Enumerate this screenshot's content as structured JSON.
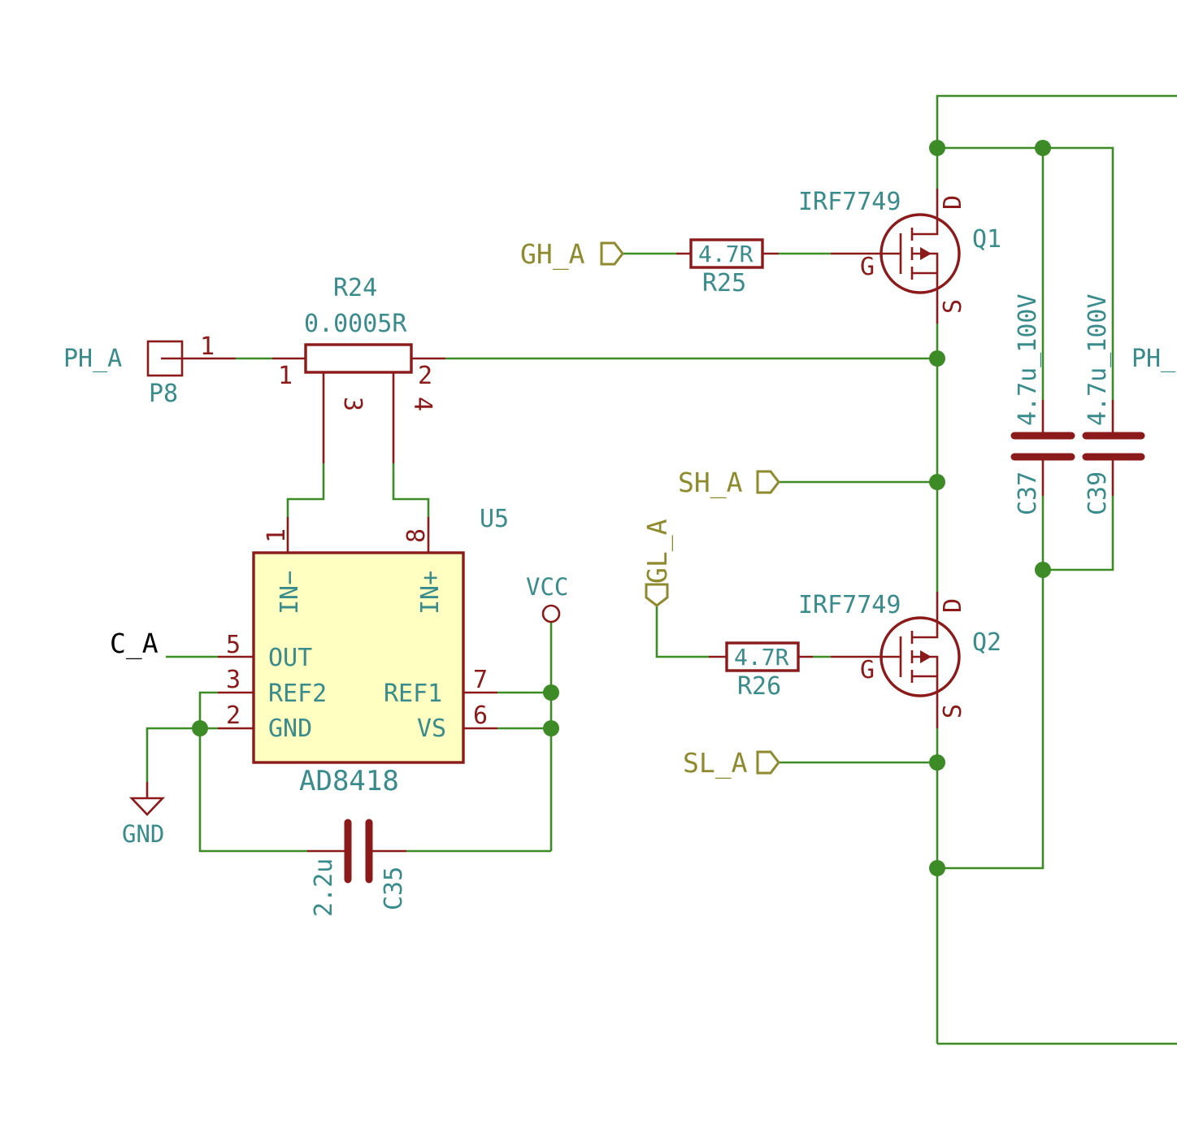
{
  "connector_p8": {
    "net_label": "PH_A",
    "ref": "P8",
    "pin1": "1"
  },
  "r24": {
    "ref": "R24",
    "value": "0.0005R",
    "pin1": "1",
    "pin2": "2",
    "pin3": "3",
    "pin4": "4"
  },
  "u5": {
    "ref": "U5",
    "value": "AD8418",
    "fill_color": "#ffffc2",
    "pins": {
      "in_minus": {
        "num": "1",
        "name": "IN−"
      },
      "in_plus": {
        "num": "8",
        "name": "IN+"
      },
      "out": {
        "num": "5",
        "name": "OUT"
      },
      "ref2": {
        "num": "3",
        "name": "REF2"
      },
      "gnd": {
        "num": "2",
        "name": "GND"
      },
      "ref1": {
        "num": "7",
        "name": "REF1"
      },
      "vs": {
        "num": "6",
        "name": "VS"
      }
    }
  },
  "nets": {
    "c_a": "C_A",
    "vcc": "VCC",
    "gnd": "GND",
    "ph_a_right": "PH_"
  },
  "c35": {
    "ref": "C35",
    "value": "2.2u"
  },
  "q1": {
    "ref": "Q1",
    "value": "IRF7749",
    "gate": "G",
    "drain": "D",
    "source": "S"
  },
  "q2": {
    "ref": "Q2",
    "value": "IRF7749",
    "gate": "G",
    "drain": "D",
    "source": "S"
  },
  "r25": {
    "ref": "R25",
    "value": "4.7R"
  },
  "r26": {
    "ref": "R26",
    "value": "4.7R"
  },
  "c37": {
    "ref": "C37",
    "value": "4.7u_100V"
  },
  "c39": {
    "ref": "C39",
    "value": "4.7u_100V"
  },
  "global_labels": {
    "gh_a": "GH_A",
    "sh_a": "SH_A",
    "gl_a": "GL_A",
    "sl_a": "SL_A"
  },
  "colors": {
    "wire": "#3d8b26",
    "component": "#8b1a1a",
    "text": "#3a8b8b",
    "global_label": "#8e8a2e"
  }
}
